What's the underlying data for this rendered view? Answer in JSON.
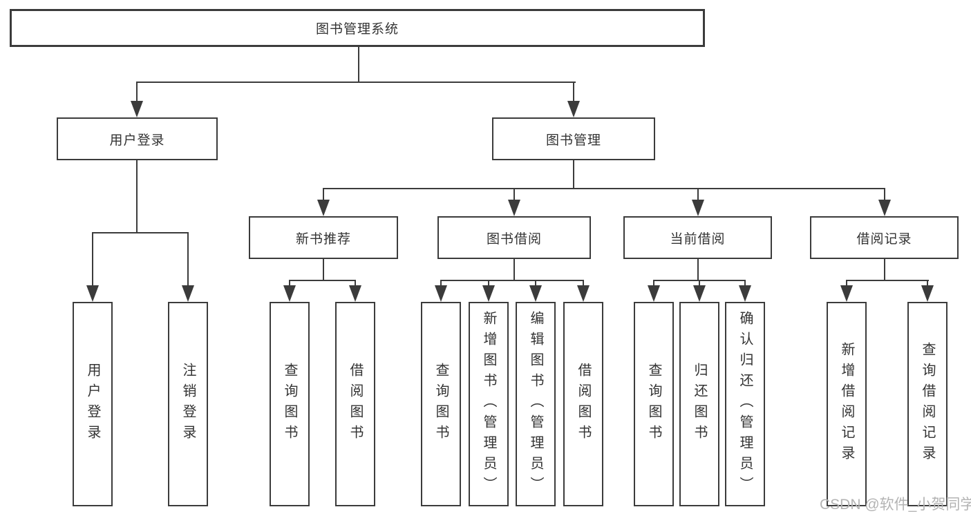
{
  "root": {
    "label": "图书管理系统"
  },
  "branches": [
    {
      "label": "用户登录",
      "children": [
        {
          "label": "用户登录"
        },
        {
          "label": "注销登录"
        }
      ]
    },
    {
      "label": "图书管理",
      "sections": [
        {
          "label": "新书推荐",
          "children": [
            {
              "label": "查询图书"
            },
            {
              "label": "借阅图书"
            }
          ]
        },
        {
          "label": "图书借阅",
          "children": [
            {
              "label": "查询图书"
            },
            {
              "label": "新增图书（管理员）"
            },
            {
              "label": "编辑图书（管理员）"
            },
            {
              "label": "借阅图书"
            }
          ]
        },
        {
          "label": "当前借阅",
          "children": [
            {
              "label": "查询图书"
            },
            {
              "label": "归还图书"
            },
            {
              "label": "确认归还（管理员）"
            }
          ]
        },
        {
          "label": "借阅记录",
          "children": [
            {
              "label": "新增借阅记录"
            },
            {
              "label": "查询借阅记录"
            }
          ]
        }
      ]
    }
  ],
  "watermark": "CSDN @软件_小贺同学",
  "colors": {
    "line": "#3b3b3b",
    "text": "#333333",
    "background": "#ffffff",
    "watermark": "#b3b3b3"
  }
}
